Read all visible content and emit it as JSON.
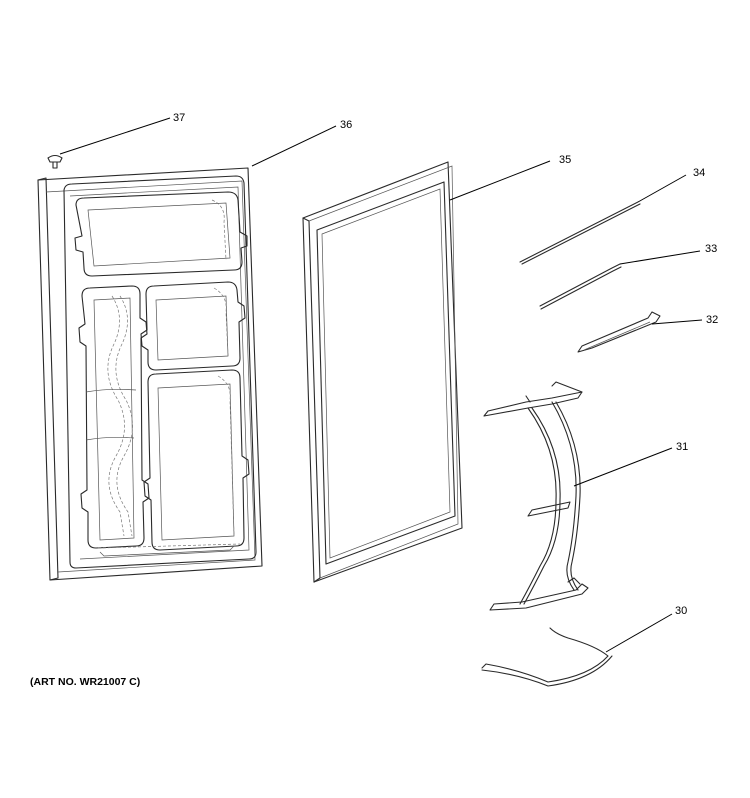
{
  "callouts": {
    "c30": "30",
    "c31": "31",
    "c32": "32",
    "c33": "33",
    "c34": "34",
    "c35": "35",
    "c36": "36",
    "c37": "37"
  },
  "art_number": "(ART NO. WR21007 C)"
}
